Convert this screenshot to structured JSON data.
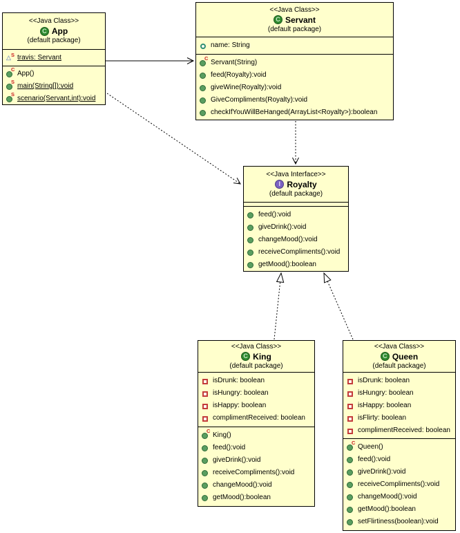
{
  "diagram": {
    "title": "UML class diagram",
    "colors": {
      "node_fill": "#FFFFCC",
      "node_border": "#000000",
      "class_icon": "#2F8A2F",
      "interface_icon": "#7C62C2",
      "public_method_icon": "#5A9E60",
      "private_field_icon": "#C33B3B",
      "default_field_icon": "#3D5FC0",
      "static_constructor_marker": "#CC2222"
    }
  },
  "classes": [
    {
      "id": "app",
      "stereotype": "<<Java Class>>",
      "icon_letter": "C",
      "kind": "class",
      "name": "App",
      "package": "(default package)",
      "fields": [
        {
          "icon": "default-field",
          "modifier": "S",
          "text": "travis: Servant",
          "underline": true
        }
      ],
      "methods": [
        {
          "icon": "public-method",
          "modifier": "C",
          "text": "App()",
          "underline": false
        },
        {
          "icon": "public-method",
          "modifier": "S",
          "text": "main(String[]):void",
          "underline": true
        },
        {
          "icon": "public-method",
          "modifier": "S",
          "text": "scenario(Servant,int):void",
          "underline": true
        }
      ]
    },
    {
      "id": "servant",
      "stereotype": "<<Java Class>>",
      "icon_letter": "C",
      "kind": "class",
      "name": "Servant",
      "package": "(default package)",
      "fields": [
        {
          "icon": "package-field",
          "modifier": "",
          "text": "name: String",
          "underline": false
        }
      ],
      "methods": [
        {
          "icon": "public-method",
          "modifier": "C",
          "text": "Servant(String)",
          "underline": false
        },
        {
          "icon": "public-method",
          "modifier": "",
          "text": "feed(Royalty):void",
          "underline": false
        },
        {
          "icon": "public-method",
          "modifier": "",
          "text": "giveWine(Royalty):void",
          "underline": false
        },
        {
          "icon": "public-method",
          "modifier": "",
          "text": "GiveCompliments(Royalty):void",
          "underline": false
        },
        {
          "icon": "public-method",
          "modifier": "",
          "text": "checkIfYouWillBeHanged(ArrayList<Royalty>):boolean",
          "underline": false
        }
      ]
    },
    {
      "id": "royalty",
      "stereotype": "<<Java Interface>>",
      "icon_letter": "I",
      "kind": "interface",
      "name": "Royalty",
      "package": "(default package)",
      "fields": [],
      "methods": [
        {
          "icon": "public-method",
          "modifier": "",
          "text": "feed():void",
          "underline": false
        },
        {
          "icon": "public-method",
          "modifier": "",
          "text": "giveDrink():void",
          "underline": false
        },
        {
          "icon": "public-method",
          "modifier": "",
          "text": "changeMood():void",
          "underline": false
        },
        {
          "icon": "public-method",
          "modifier": "",
          "text": "receiveCompliments():void",
          "underline": false
        },
        {
          "icon": "public-method",
          "modifier": "",
          "text": "getMood():boolean",
          "underline": false
        }
      ]
    },
    {
      "id": "king",
      "stereotype": "<<Java Class>>",
      "icon_letter": "C",
      "kind": "class",
      "name": "King",
      "package": "(default package)",
      "fields": [
        {
          "icon": "private-field",
          "modifier": "",
          "text": "isDrunk: boolean",
          "underline": false
        },
        {
          "icon": "private-field",
          "modifier": "",
          "text": "isHungry: boolean",
          "underline": false
        },
        {
          "icon": "private-field",
          "modifier": "",
          "text": "isHappy: boolean",
          "underline": false
        },
        {
          "icon": "private-field",
          "modifier": "",
          "text": "complimentReceived: boolean",
          "underline": false
        }
      ],
      "methods": [
        {
          "icon": "public-method",
          "modifier": "C",
          "text": "King()",
          "underline": false
        },
        {
          "icon": "public-method",
          "modifier": "",
          "text": "feed():void",
          "underline": false
        },
        {
          "icon": "public-method",
          "modifier": "",
          "text": "giveDrink():void",
          "underline": false
        },
        {
          "icon": "public-method",
          "modifier": "",
          "text": "receiveCompliments():void",
          "underline": false
        },
        {
          "icon": "public-method",
          "modifier": "",
          "text": "changeMood():void",
          "underline": false
        },
        {
          "icon": "public-method",
          "modifier": "",
          "text": "getMood():boolean",
          "underline": false
        }
      ]
    },
    {
      "id": "queen",
      "stereotype": "<<Java Class>>",
      "icon_letter": "C",
      "kind": "class",
      "name": "Queen",
      "package": "(default package)",
      "fields": [
        {
          "icon": "private-field",
          "modifier": "",
          "text": "isDrunk: boolean",
          "underline": false
        },
        {
          "icon": "private-field",
          "modifier": "",
          "text": "isHungry: boolean",
          "underline": false
        },
        {
          "icon": "private-field",
          "modifier": "",
          "text": "isHappy: boolean",
          "underline": false
        },
        {
          "icon": "private-field",
          "modifier": "",
          "text": "isFlirty: boolean",
          "underline": false
        },
        {
          "icon": "private-field",
          "modifier": "",
          "text": "complimentReceived: boolean",
          "underline": false
        }
      ],
      "methods": [
        {
          "icon": "public-method",
          "modifier": "C",
          "text": "Queen()",
          "underline": false
        },
        {
          "icon": "public-method",
          "modifier": "",
          "text": "feed():void",
          "underline": false
        },
        {
          "icon": "public-method",
          "modifier": "",
          "text": "giveDrink():void",
          "underline": false
        },
        {
          "icon": "public-method",
          "modifier": "",
          "text": "receiveCompliments():void",
          "underline": false
        },
        {
          "icon": "public-method",
          "modifier": "",
          "text": "changeMood():void",
          "underline": false
        },
        {
          "icon": "public-method",
          "modifier": "",
          "text": "getMood():boolean",
          "underline": false
        },
        {
          "icon": "public-method",
          "modifier": "",
          "text": "setFlirtiness(boolean):void",
          "underline": false
        }
      ]
    }
  ],
  "relations": [
    {
      "type": "association",
      "from": "App",
      "to": "Servant",
      "line": "solid",
      "arrowhead": "open"
    },
    {
      "type": "dependency",
      "from": "App",
      "to": "Royalty",
      "line": "dashed",
      "arrowhead": "open"
    },
    {
      "type": "dependency",
      "from": "Servant",
      "to": "Royalty",
      "line": "dashed",
      "arrowhead": "open"
    },
    {
      "type": "realization",
      "from": "King",
      "to": "Royalty",
      "line": "dashed",
      "arrowhead": "hollow-triangle"
    },
    {
      "type": "realization",
      "from": "Queen",
      "to": "Royalty",
      "line": "dashed",
      "arrowhead": "hollow-triangle"
    }
  ]
}
